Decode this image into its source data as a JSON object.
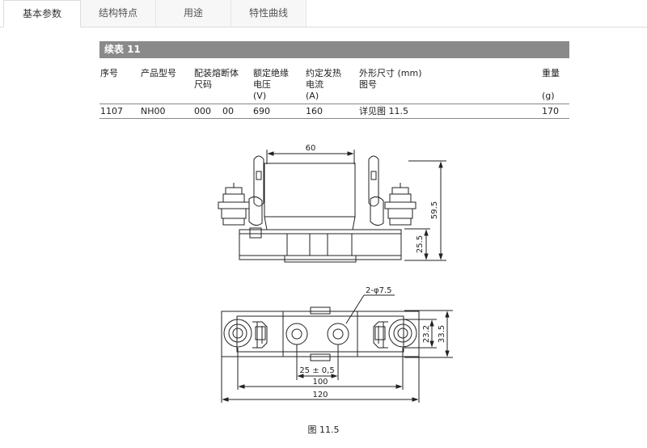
{
  "tabs": [
    {
      "label": "基本参数",
      "active": true
    },
    {
      "label": "结构特点",
      "active": false
    },
    {
      "label": "用途",
      "active": false
    },
    {
      "label": "特性曲线",
      "active": false
    }
  ],
  "table": {
    "title": "续表 11",
    "headers": {
      "seq": "序号",
      "model": "产品型号",
      "fuse_size": "配装熔断体\n尺码",
      "voltage": "额定绝缘\n电压\n(V)",
      "current": "约定发热\n电流\n(A)",
      "dims": "外形尺寸 (mm)\n图号",
      "weight": "重量\n\n(g)"
    },
    "rows": [
      {
        "seq": "1107",
        "model": "NH00",
        "fuse_size": "000    00",
        "voltage": "690",
        "current": "160",
        "dims": "详见图 11.5",
        "weight": "170"
      }
    ]
  },
  "figure": {
    "dims": {
      "width_top": "60",
      "height_total": "59.5",
      "height_base": "25.5",
      "hole": "2-φ7.5",
      "center_dist": "25 ± 0,5",
      "bottom_100": "100",
      "bottom_120": "120",
      "side_23": "23.2",
      "side_33": "33.5"
    },
    "caption": "图 11.5"
  }
}
